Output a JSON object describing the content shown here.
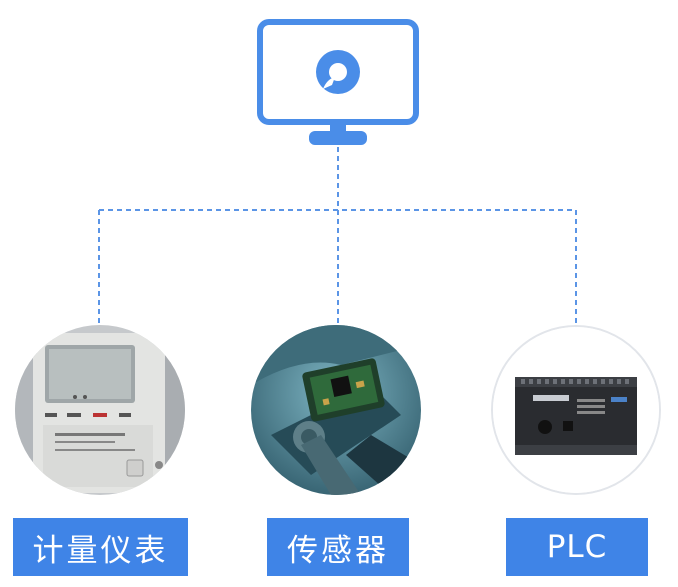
{
  "devices": [
    {
      "id": "meter",
      "label": "计量仪表"
    },
    {
      "id": "sensor",
      "label": "传感器"
    },
    {
      "id": "plc",
      "label": "PLC"
    }
  ],
  "colors": {
    "accent": "#3f84e7",
    "monitor": "#4a8de8",
    "connector": "#5b95e6",
    "label_text": "#ffffff"
  },
  "icons": {
    "monitor": "monitor-icon",
    "logo": "circular-logo-icon"
  }
}
